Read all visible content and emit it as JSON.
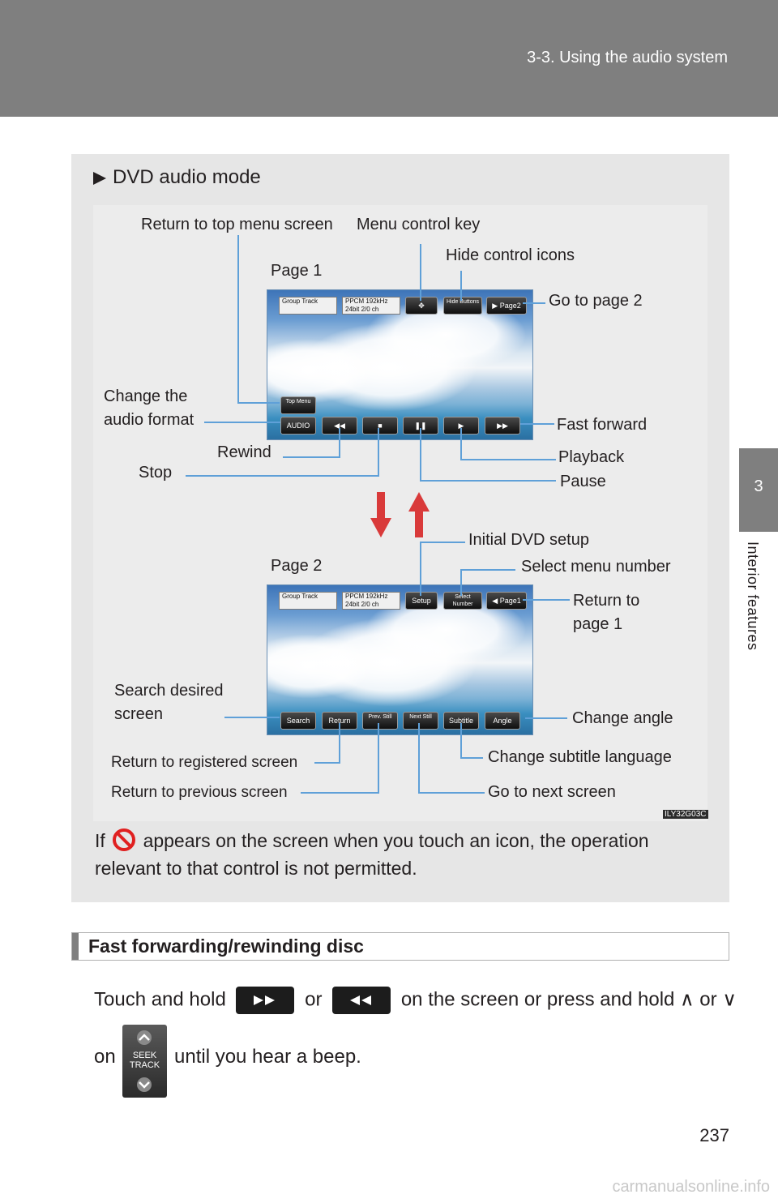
{
  "header": {
    "title": "3-3. Using the audio system"
  },
  "side_tab": {
    "number": "3",
    "label": "Interior features"
  },
  "mode_title": "DVD audio mode",
  "figure": {
    "labels": {
      "return_top_menu": "Return to top menu screen",
      "menu_control": "Menu control key",
      "hide_icons": "Hide control icons",
      "page1": "Page 1",
      "go_page2": "Go to page 2",
      "change_format": "Change the audio format",
      "fast_forward": "Fast forward",
      "rewind": "Rewind",
      "playback": "Playback",
      "stop": "Stop",
      "pause": "Pause",
      "initial_setup": "Initial DVD setup",
      "select_menu": "Select menu number",
      "page2": "Page 2",
      "return_page1": "Return to page 1",
      "search": "Search desired screen",
      "change_angle": "Change angle",
      "return_registered": "Return to registered screen",
      "change_subtitle": "Change subtitle language",
      "return_previous": "Return to previous screen",
      "go_next": "Go to next screen"
    },
    "screen": {
      "group_track": "Group Track",
      "pcm": "PPCM 192kHz 24bit 2/0 ch",
      "hide_buttons": "Hide Buttons",
      "page2_btn": "Page2",
      "top_menu": "Top Menu",
      "audio": "AUDIO",
      "setup": "Setup",
      "select_number": "Select Number",
      "page1_btn": "Page1",
      "search": "Search",
      "return": "Return",
      "prev_still": "Prev. Still",
      "next_still": "Next Still",
      "subtitle": "Subtitle",
      "angle": "Angle"
    },
    "code": "ILY32G03C"
  },
  "note": {
    "before": "If",
    "after": "appears on the screen when you touch an icon, the operation relevant to that control is not permitted."
  },
  "section": {
    "title": "Fast forwarding/rewinding disc",
    "line1_a": "Touch and hold",
    "line1_b": "or",
    "line1_c": "on the screen or press and hold",
    "line1_d": "or",
    "line2_a": "on",
    "line2_b": "until you hear a beep.",
    "seek_label": "SEEK TRACK"
  },
  "page_number": "237",
  "watermark": "carmanualsonline.info"
}
